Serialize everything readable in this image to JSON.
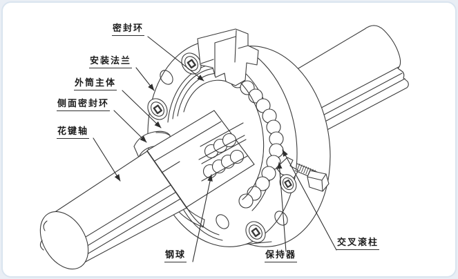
{
  "figure": {
    "type": "technical-cutaway-diagram",
    "labels": [
      {
        "id": "seal-ring",
        "text": "密封环"
      },
      {
        "id": "mounting-flange",
        "text": "安装法兰"
      },
      {
        "id": "outer-cylinder-body",
        "text": "外筒主体"
      },
      {
        "id": "side-seal-ring",
        "text": "侧面密封环"
      },
      {
        "id": "spline-shaft",
        "text": "花键轴"
      },
      {
        "id": "steel-ball",
        "text": "钢球"
      },
      {
        "id": "retainer",
        "text": "保持器"
      },
      {
        "id": "cross-roller",
        "text": "交叉滚柱"
      }
    ],
    "colors": {
      "line": "#3a3a3a",
      "card_background": "#ffffff",
      "page_background": "#e9eef5",
      "card_border": "#d9e4ef"
    }
  }
}
